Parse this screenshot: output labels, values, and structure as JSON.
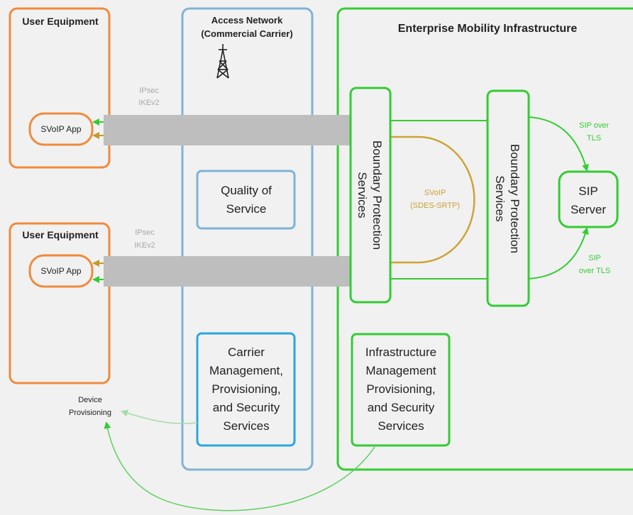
{
  "user_equipment_top": {
    "title": "User Equipment",
    "app": "SVoIP App"
  },
  "user_equipment_bottom": {
    "title": "User Equipment",
    "app": "SVoIP App"
  },
  "tunnel_top": {
    "line1": "IPsec",
    "line2": "IKEv2"
  },
  "tunnel_bottom": {
    "line1": "IPsec",
    "line2": "IKEv2"
  },
  "access_network": {
    "title_line1": "Access Network",
    "title_line2": "(Commercial Carrier)",
    "qos_line1": "Quality of",
    "qos_line2": "Service",
    "carrier_line1": "Carrier",
    "carrier_line2": "Management,",
    "carrier_line3": "Provisioning,",
    "carrier_line4": "and Security",
    "carrier_line5": "Services"
  },
  "enterprise": {
    "title": "Enterprise Mobility Infrastructure",
    "bps1_line1": "Boundary Protection",
    "bps1_line2": "Services",
    "bps2_line1": "Boundary Protection",
    "bps2_line2": "Services",
    "svoip_line1": "SVoIP",
    "svoip_line2": "(SDES-SRTP)",
    "sip_server_line1": "SIP",
    "sip_server_line2": "Server",
    "sip_top_line1": "SIP over",
    "sip_top_line2": "TLS",
    "sip_bottom_line1": "SIP",
    "sip_bottom_line2": "over TLS",
    "infra_line1": "Infrastructure",
    "infra_line2": "Management",
    "infra_line3": "Provisioning,",
    "infra_line4": "and Security",
    "infra_line5": "Services"
  },
  "device_provisioning": {
    "line1": "Device",
    "line2": "Provisioning"
  },
  "colors": {
    "orange": "#f08a3c",
    "blue": "#7fb3d5",
    "cyan": "#2ba6de",
    "green": "#33cc33",
    "gold": "#cda434",
    "tunnel": "#bebebe"
  }
}
